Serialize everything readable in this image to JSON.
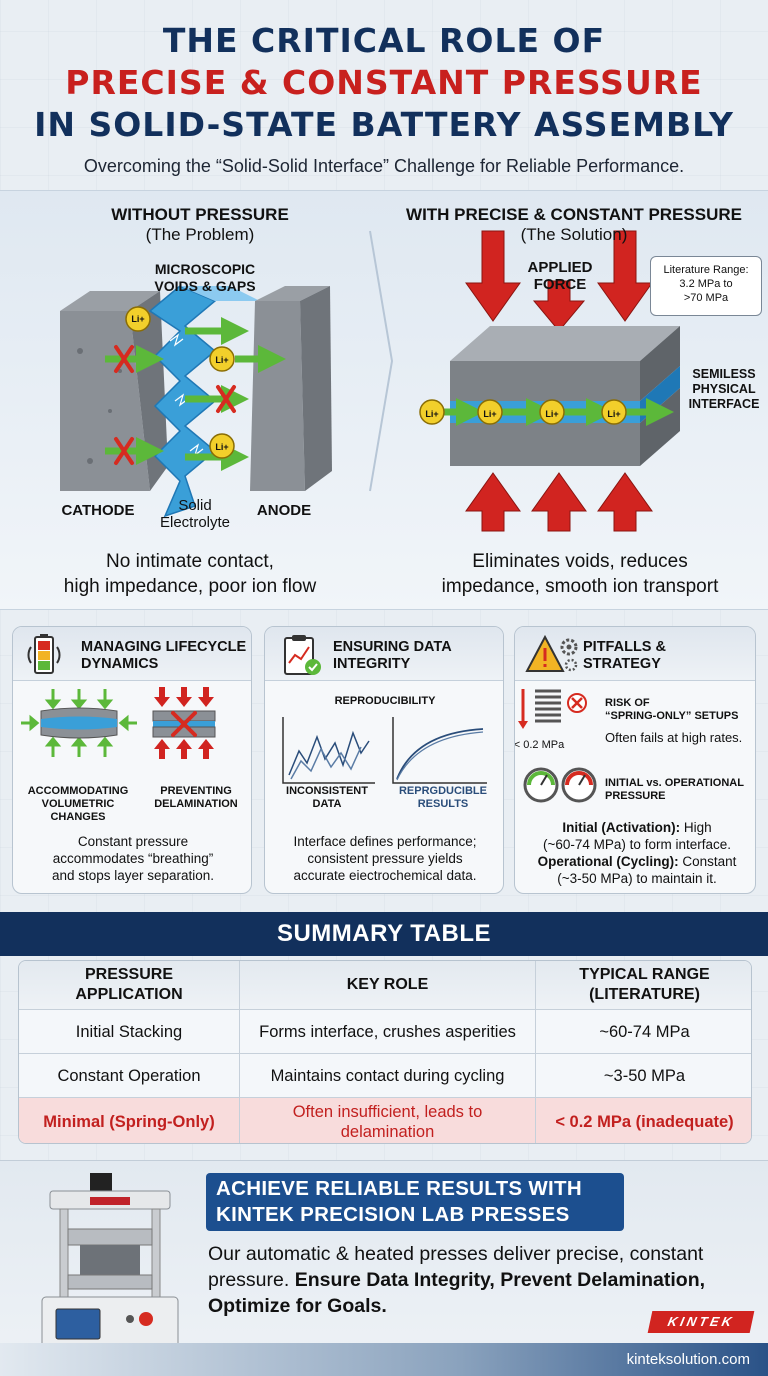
{
  "header": {
    "title_line1": "THE CRITICAL ROLE OF",
    "title_line2": "PRECISE & CONSTANT PRESSURE",
    "title_line3": "IN SOLID-STATE BATTERY ASSEMBLY",
    "subtitle": "Overcoming the “Solid-Solid Interface” Challenge for Reliable Performance."
  },
  "without": {
    "heading": "WITHOUT PRESSURE",
    "subheading": "(The Problem)",
    "voids_label_1": "MICROSCOPIC",
    "voids_label_2": "VOIDS & GAPS",
    "cathode": "CATHODE",
    "electrolyte_1": "Solid",
    "electrolyte_2": "Electrolyte",
    "anode": "ANODE",
    "ion": "Li+",
    "caption_1": "No intimate contact,",
    "caption_2": "high impedance, poor ion flow"
  },
  "with": {
    "heading": "WITH PRECISE & CONSTANT PRESSURE",
    "subheading": "(The Solution)",
    "force_1": "APPLIED",
    "force_2": "FORCE",
    "range_1": "Literature Range:",
    "range_2": "3.2 MPa to",
    "range_3": ">70 MPa",
    "interface_1": "SEMILESS",
    "interface_2": "PHYSICAL",
    "interface_3": "INTERFACE",
    "ion": "Li+",
    "caption_1": "Eliminates voids, reduces",
    "caption_2": "impedance, smooth ion transport"
  },
  "cards": {
    "lifecycle": {
      "title_1": "MANAGING LIFECYCLE",
      "title_2": "DYNAMICS",
      "left_1": "ACCOMMODATING",
      "left_2": "VOLUMETRIC",
      "left_3": "CHANGES",
      "right_1": "PREVENTING",
      "right_2": "DELAMINATION",
      "text_1": "Constant pressure",
      "text_2": "accommodates “breathing”",
      "text_3": "and stops layer separation."
    },
    "integrity": {
      "title_1": "ENSURING DATA",
      "title_2": "INTEGRITY",
      "chart_title": "REPRODUCIBILITY",
      "left_1": "INCONSISTENT",
      "left_2": "DATA",
      "right_1": "REPRGDUCIBLE",
      "right_2": "RESULTS",
      "text_1": "Interface defines performance;",
      "text_2": "consistent pressure yields",
      "text_3": "accurate eiectrochemical data."
    },
    "pitfalls": {
      "title_1": "PITFALLS &",
      "title_2": "STRATEGY",
      "risk_1": "RISK OF",
      "risk_2": "“SPRING-ONLY” SETUPS",
      "risk_text": "Often fails at high rates.",
      "spring_value": "< 0.2 MPa",
      "iop_1": "INITIAL vs. OPERATIONAL",
      "iop_2": "PRESSURE",
      "initial_label": "Initial (Activation):",
      "initial_rest": " High",
      "initial_2": "(~60-74 MPa) to form interface.",
      "oper_label": "Operational (Cycling):",
      "oper_rest": " Constant",
      "oper_2": "(~3-50 MPa) to maintain it."
    }
  },
  "summary": {
    "title": "SUMMARY TABLE",
    "headers": [
      "PRESSURE APPLICATION",
      "KEY ROLE",
      "TYPICAL RANGE (LITERATURE)"
    ],
    "header_lines": [
      [
        "PRESSURE",
        "APPLICATION"
      ],
      [
        "KEY ROLE"
      ],
      [
        "TYPICAL RANGE",
        "(LITERATURE)"
      ]
    ],
    "rows": [
      [
        "Initial Stacking",
        "Forms interface, crushes asperities",
        "~60-74 MPa"
      ],
      [
        "Constant Operation",
        "Maintains contact during cycling",
        "~3-50 MPa"
      ],
      [
        "Minimal (Spring-Only)",
        "Often insufficient, leads to delamination",
        "< 0.2 MPa (inadequate)"
      ]
    ],
    "row3_role_1": "Often insufficient, leads to",
    "row3_role_2": "delamination"
  },
  "footer": {
    "cta_1": "ACHIEVE RELIABLE RESULTS WITH",
    "cta_2": "KINTEK PRECISION LAB PRESSES",
    "text_plain": "Our automatic & heated presses deliver precise, constant pressure. ",
    "text_bold": "Ensure Data Integrity, Prevent Delamination, Optimize for Goals.",
    "logo": "KINTEK",
    "url": "kinteksolution.com"
  },
  "colors": {
    "navy": "#12305c",
    "red": "#c8201e",
    "green_arrow": "#5cb83a",
    "ion_yellow": "#f2cf2b",
    "electrolyte_blue": "#3a9fd8"
  }
}
